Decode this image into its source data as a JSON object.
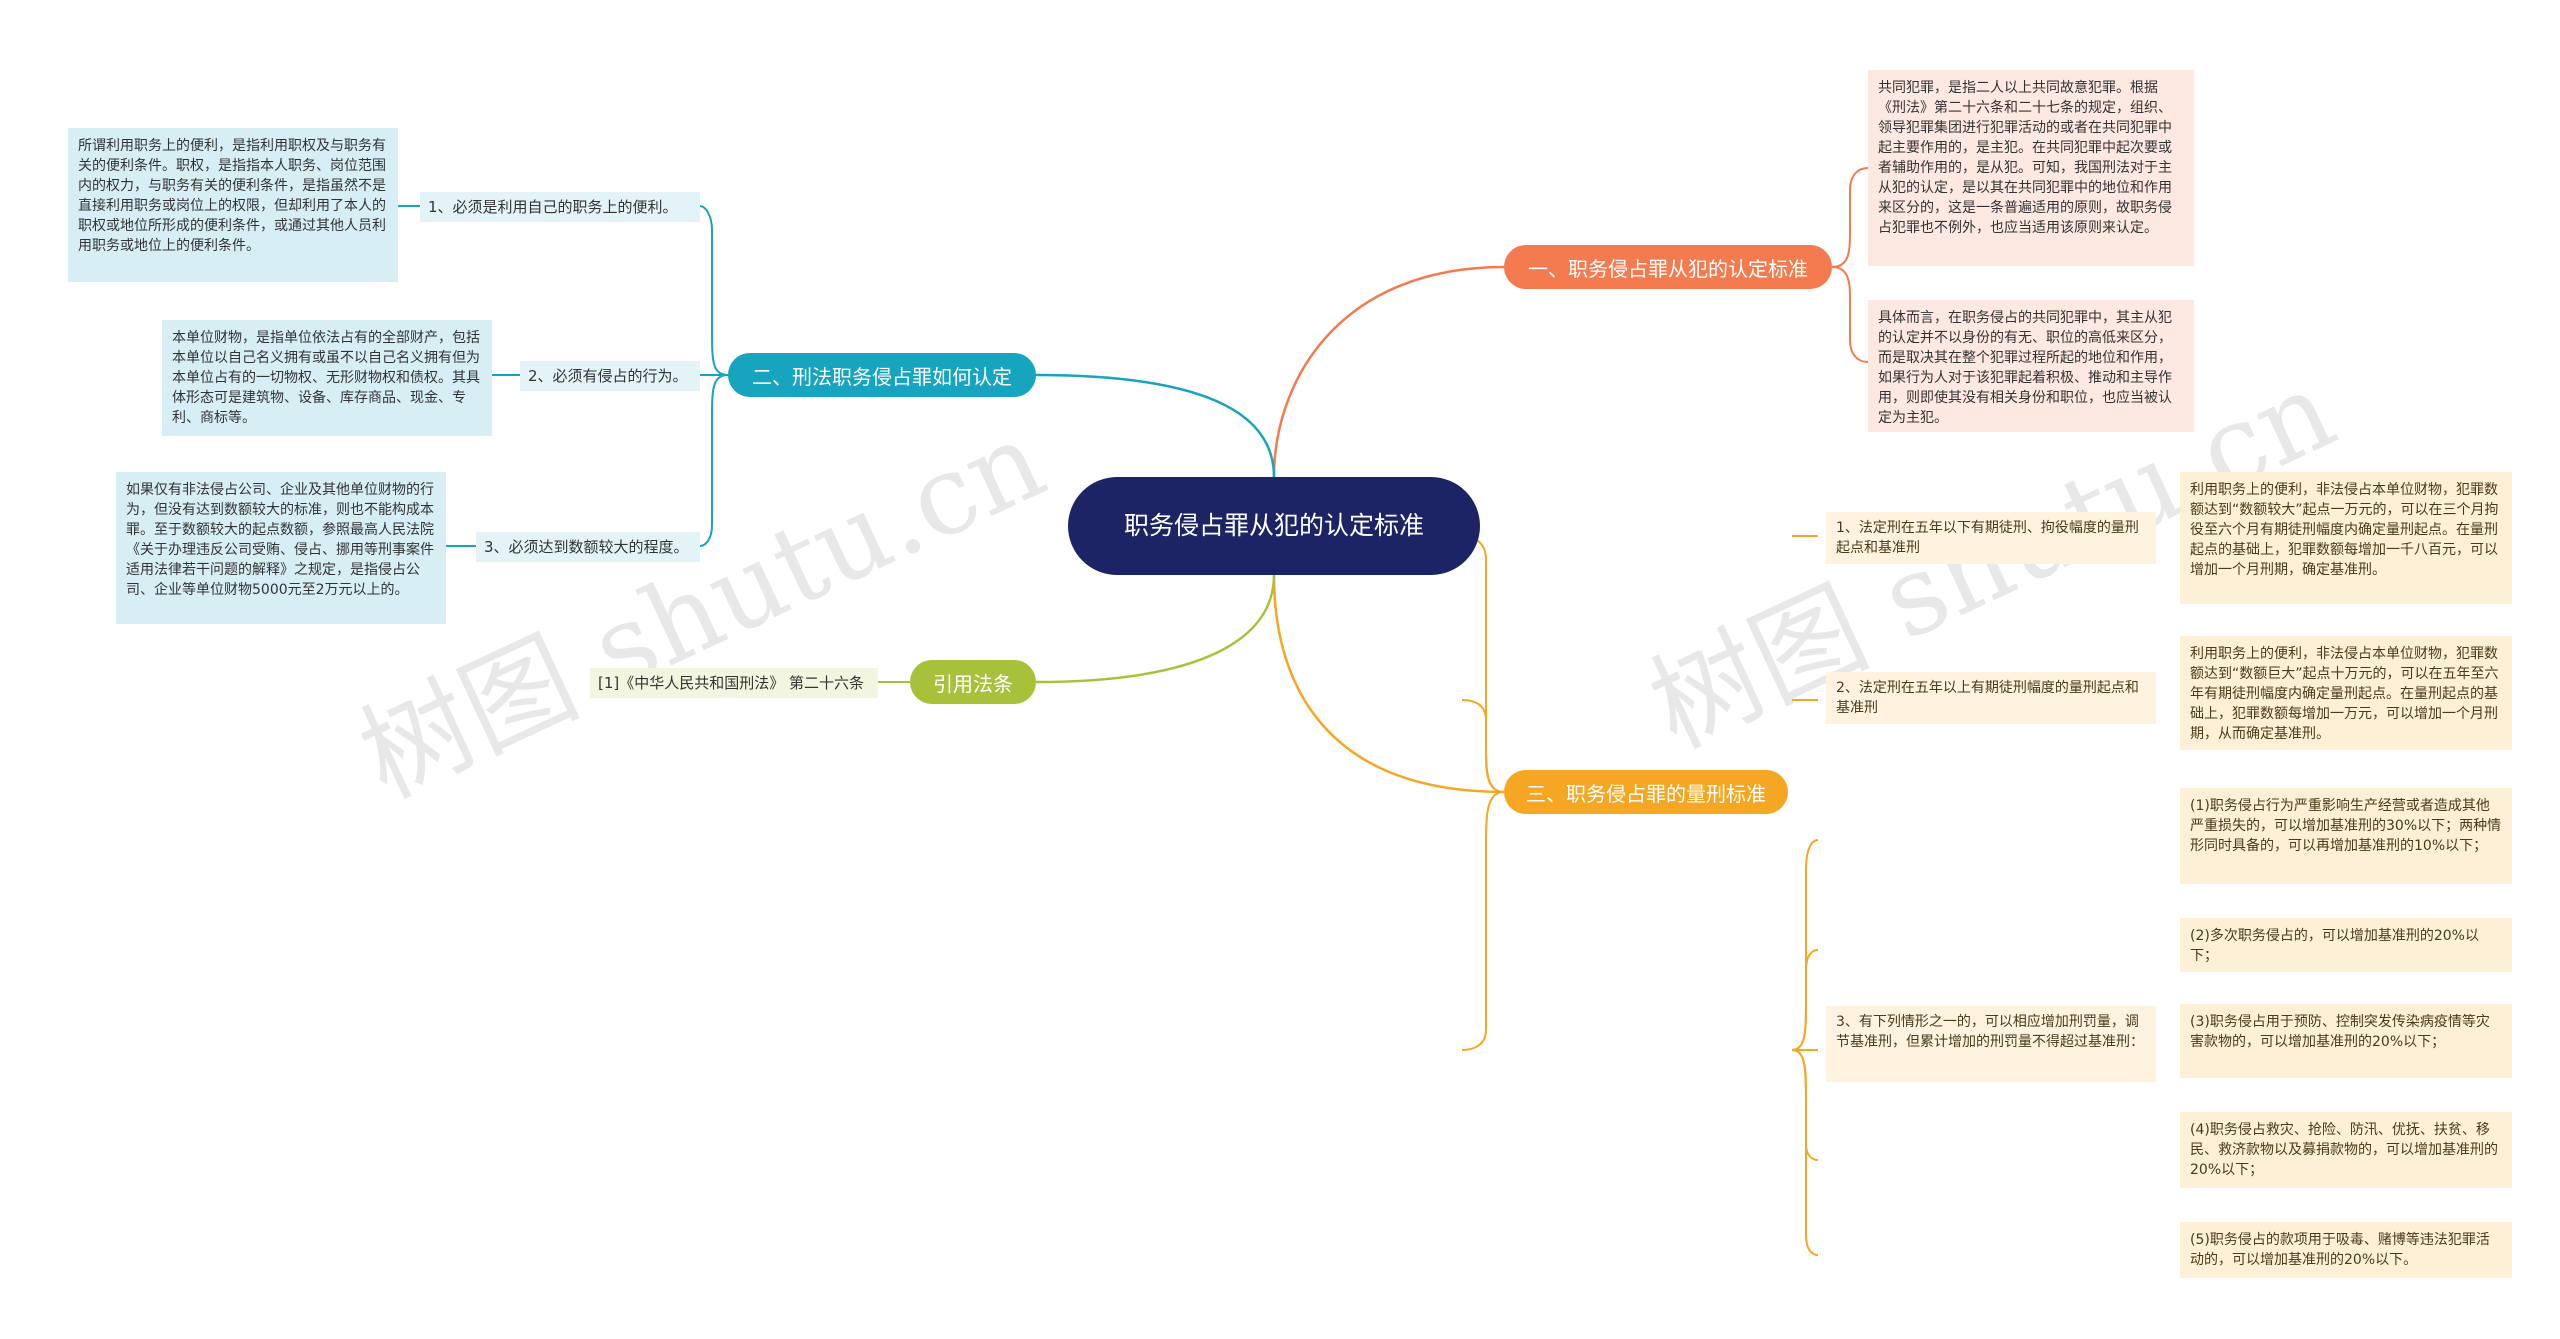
{
  "root": {
    "title": "职务侵占罪从犯的认定标准"
  },
  "branches": {
    "b1": {
      "label": "一、职务侵占罪从犯的认定标准",
      "color": "#f47b4f",
      "leaves": [
        "共同犯罪，是指二人以上共同故意犯罪。根据《刑法》第二十六条和二十七条的规定，组织、领导犯罪集团进行犯罪活动的或者在共同犯罪中起主要作用的，是主犯。在共同犯罪中起次要或者辅助作用的，是从犯。可知，我国刑法对于主从犯的认定，是以其在共同犯罪中的地位和作用来区分的，这是一条普遍适用的原则，故职务侵占犯罪也不例外，也应当适用该原则来认定。",
        "具体而言，在职务侵占的共同犯罪中，其主从犯的认定并不以身份的有无、职位的高低来区分，而是取决其在整个犯罪过程所起的地位和作用，如果行为人对于该犯罪起着积极、推动和主导作用，则即使其没有相关身份和职位，也应当被认定为主犯。"
      ]
    },
    "b2": {
      "label": "二、刑法职务侵占罪如何认定",
      "color": "#16a4bf",
      "items": [
        {
          "label": "1、必须是利用自己的职务上的便利。",
          "detail": "所谓利用职务上的便利，是指利用职权及与职务有关的便利条件。职权，是指指本人职务、岗位范围内的权力，与职务有关的便利条件，是指虽然不是直接利用职务或岗位上的权限，但却利用了本人的职权或地位所形成的便利条件，或通过其他人员利用职务或地位上的便利条件。"
        },
        {
          "label": "2、必须有侵占的行为。",
          "detail": "本单位财物，是指单位依法占有的全部财产，包括本单位以自己名义拥有或虽不以自己名义拥有但为本单位占有的一切物权、无形财物权和债权。其具体形态可是建筑物、设备、库存商品、现金、专利、商标等。"
        },
        {
          "label": "3、必须达到数额较大的程度。",
          "detail": "如果仅有非法侵占公司、企业及其他单位财物的行为，但没有达到数额较大的标准，则也不能构成本罪。至于数额较大的起点数额，参照最高人民法院《关于办理违反公司受贿、侵占、挪用等刑事案件适用法律若干问题的解释》之规定，是指侵占公司、企业等单位财物5000元至2万元以上的。"
        }
      ]
    },
    "b3": {
      "label": "三、职务侵占罪的量刑标准",
      "color": "#f5a623",
      "items": [
        {
          "label": "1、法定刑在五年以下有期徒刑、拘役幅度的量刑起点和基准刑",
          "details": [
            "利用职务上的便利，非法侵占本单位财物，犯罪数额达到“数额较大”起点一万元的，可以在三个月拘役至六个月有期徒刑幅度内确定量刑起点。在量刑起点的基础上，犯罪数额每增加一千八百元，可以增加一个月刑期，确定基准刑。"
          ]
        },
        {
          "label": "2、法定刑在五年以上有期徒刑幅度的量刑起点和基准刑",
          "details": [
            "利用职务上的便利，非法侵占本单位财物，犯罪数额达到“数额巨大”起点十万元的，可以在五年至六年有期徒刑幅度内确定量刑起点。在量刑起点的基础上，犯罪数额每增加一万元，可以增加一个月刑期，从而确定基准刑。"
          ]
        },
        {
          "label": "3、有下列情形之一的，可以相应增加刑罚量，调节基准刑，但累计增加的刑罚量不得超过基准刑：",
          "details": [
            "(1)职务侵占行为严重影响生产经营或者造成其他严重损失的，可以增加基准刑的30%以下；两种情形同时具备的，可以再增加基准刑的10%以下；",
            "(2)多次职务侵占的，可以增加基准刑的20%以下；",
            "(3)职务侵占用于预防、控制突发传染病疫情等灾害款物的，可以增加基准刑的20%以下；",
            "(4)职务侵占救灾、抢险、防汛、优抚、扶贫、移民、救济款物以及募捐款物的，可以增加基准刑的20%以下；",
            "(5)职务侵占的款项用于吸毒、赌博等违法犯罪活动的，可以增加基准刑的20%以下。"
          ]
        }
      ]
    },
    "b4": {
      "label": "引用法条",
      "color": "#a8c13a",
      "items": [
        "[1]《中华人民共和国刑法》 第二十六条"
      ]
    }
  },
  "watermark": [
    "树图 shutu.cn",
    "树图 shutu.cn"
  ]
}
